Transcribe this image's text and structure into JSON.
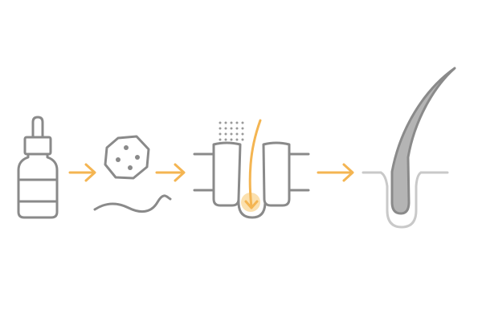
{
  "colors": {
    "background": "#ffffff",
    "outline": "#8a8a8a",
    "outline_light": "#c9c9c9",
    "accent": "#f4b552",
    "accent_fill": "#fbe0ae",
    "hair_fill": "#b4b4b4",
    "dot": "#9a9a9a"
  },
  "steps": [
    {
      "id": "serum",
      "icon": "dropper-bottle-icon"
    },
    {
      "id": "cell",
      "icon": "cell-molecule-icon"
    },
    {
      "id": "follicle",
      "icon": "hair-follicle-cross-section-icon"
    },
    {
      "id": "hair",
      "icon": "hair-strand-growth-icon"
    }
  ],
  "connectors": [
    {
      "from": "serum",
      "to": "cell",
      "icon": "arrow-right-icon"
    },
    {
      "from": "cell",
      "to": "follicle",
      "icon": "arrow-right-icon"
    },
    {
      "from": "follicle",
      "to": "hair",
      "icon": "arrow-right-icon"
    }
  ]
}
